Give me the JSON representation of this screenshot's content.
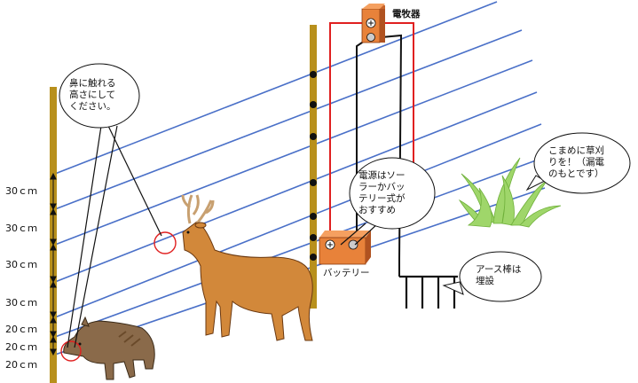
{
  "spacing_labels": [
    "30ｃｍ",
    "30ｃｍ",
    "30ｃｍ",
    "30ｃｍ",
    "20ｃｍ",
    "20ｃｍ",
    "20ｃｍ"
  ],
  "callouts": {
    "nose_height": "鼻に触れる\n高さにして\nください。",
    "power_source": "電源はソー\nラーかバッ\nテリー式が\nおすすめ",
    "weeding": "こまめに草刈\nりを！（漏電\nのもとです）",
    "ground_rod": "アース棒は\n埋設"
  },
  "devices": {
    "energizer": "電牧器",
    "battery": "バッテリー"
  },
  "colors": {
    "wire": "#4a70c8",
    "post": "#b8901c",
    "device": "#e8823a",
    "lead_red": "#e02020",
    "highlight": "#e02020",
    "grass": "#9fd66a"
  }
}
